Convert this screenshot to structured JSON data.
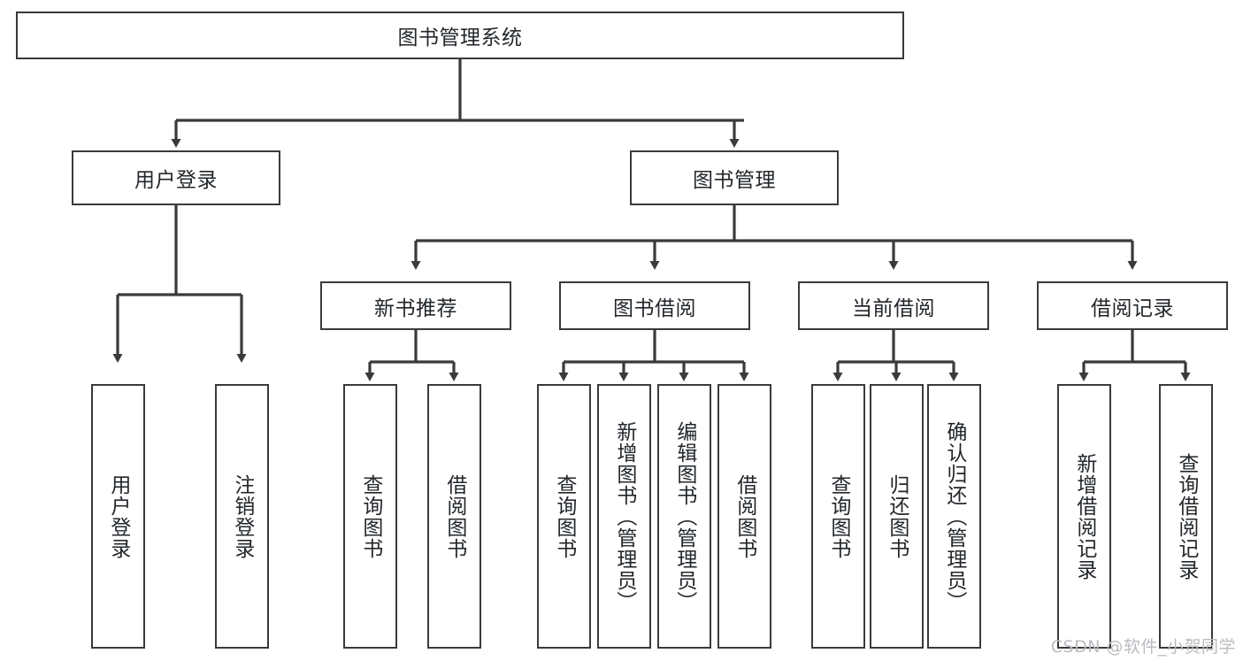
{
  "diagram": {
    "type": "hierarchy-tree",
    "root": {
      "id": "root",
      "label": "图书管理系统"
    },
    "level2": [
      {
        "id": "user-login",
        "label": "用户登录"
      },
      {
        "id": "book-management",
        "label": "图书管理"
      }
    ],
    "level3": [
      {
        "id": "new-book-recommend",
        "label": "新书推荐",
        "parent": "book-management"
      },
      {
        "id": "book-borrow",
        "label": "图书借阅",
        "parent": "book-management"
      },
      {
        "id": "current-borrow",
        "label": "当前借阅",
        "parent": "book-management"
      },
      {
        "id": "borrow-record",
        "label": "借阅记录",
        "parent": "book-management"
      }
    ],
    "leaves": [
      {
        "id": "leaf-user-login",
        "label": "用户登录",
        "parent": "user-login"
      },
      {
        "id": "leaf-logout-login",
        "label": "注销登录",
        "parent": "user-login"
      },
      {
        "id": "leaf-query-book-1",
        "label": "查询图书",
        "parent": "new-book-recommend"
      },
      {
        "id": "leaf-borrow-book-1",
        "label": "借阅图书",
        "parent": "new-book-recommend"
      },
      {
        "id": "leaf-query-book-2",
        "label": "查询图书",
        "parent": "book-borrow"
      },
      {
        "id": "leaf-add-book",
        "label": "新增图书（管理员）",
        "parent": "book-borrow"
      },
      {
        "id": "leaf-edit-book",
        "label": "编辑图书（管理员）",
        "parent": "book-borrow"
      },
      {
        "id": "leaf-borrow-book-2",
        "label": "借阅图书",
        "parent": "book-borrow"
      },
      {
        "id": "leaf-query-book-3",
        "label": "查询图书",
        "parent": "current-borrow"
      },
      {
        "id": "leaf-return-book",
        "label": "归还图书",
        "parent": "current-borrow"
      },
      {
        "id": "leaf-confirm-return",
        "label": "确认归还（管理员）",
        "parent": "current-borrow"
      },
      {
        "id": "leaf-add-record",
        "label": "新增借阅记录",
        "parent": "borrow-record"
      },
      {
        "id": "leaf-query-record",
        "label": "查询借阅记录",
        "parent": "borrow-record"
      }
    ]
  },
  "watermark": {
    "text": "CSDN @软件_小贺同学"
  },
  "colors": {
    "stroke": "#3a3a3a",
    "text": "#23272b",
    "background": "#ffffff",
    "watermark": "#b9bcc0"
  }
}
